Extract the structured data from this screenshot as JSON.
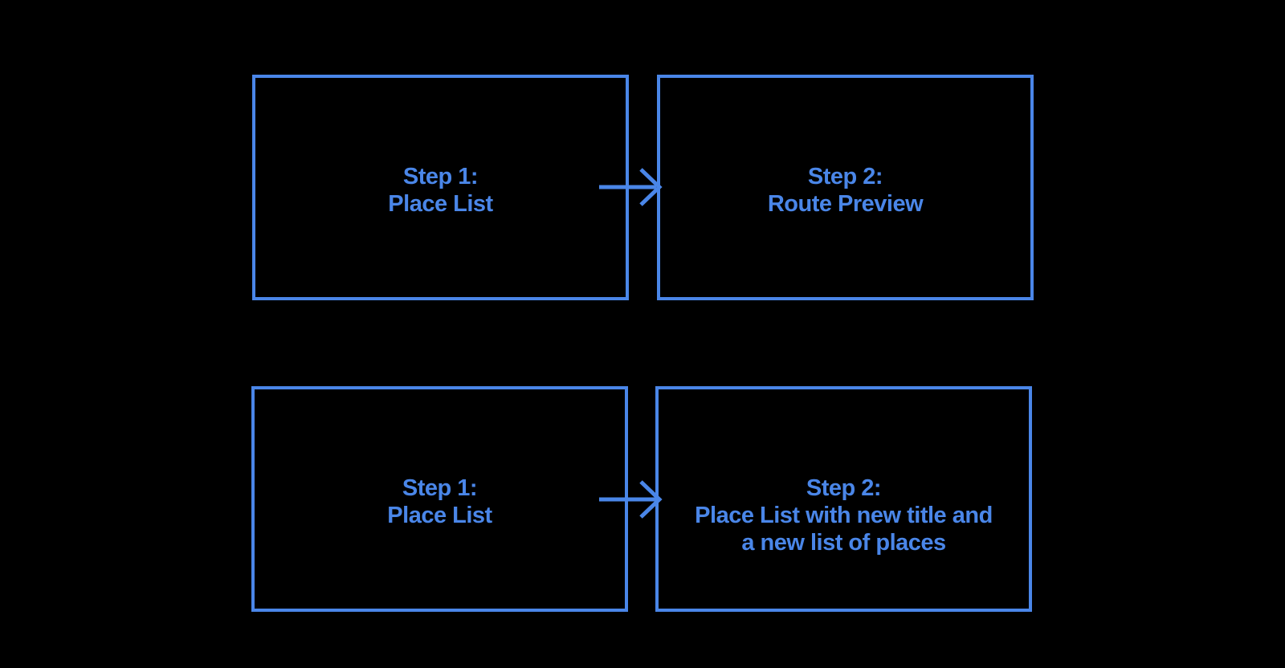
{
  "diagram": {
    "background_color": "#000000",
    "accent_color": "#4a86e8",
    "boxes": [
      {
        "id": "row1-step1",
        "text": "Step 1:\nPlace List"
      },
      {
        "id": "row1-step2",
        "text": "Step 2:\nRoute Preview"
      },
      {
        "id": "row2-step1",
        "text": "Step 1:\nPlace List"
      },
      {
        "id": "row2-step2",
        "text": "Step 2:\nPlace List with new title and\na new list of places"
      }
    ],
    "arrows": [
      {
        "from": "row1-step1",
        "to": "row1-step2"
      },
      {
        "from": "row2-step1",
        "to": "row2-step2"
      }
    ]
  }
}
